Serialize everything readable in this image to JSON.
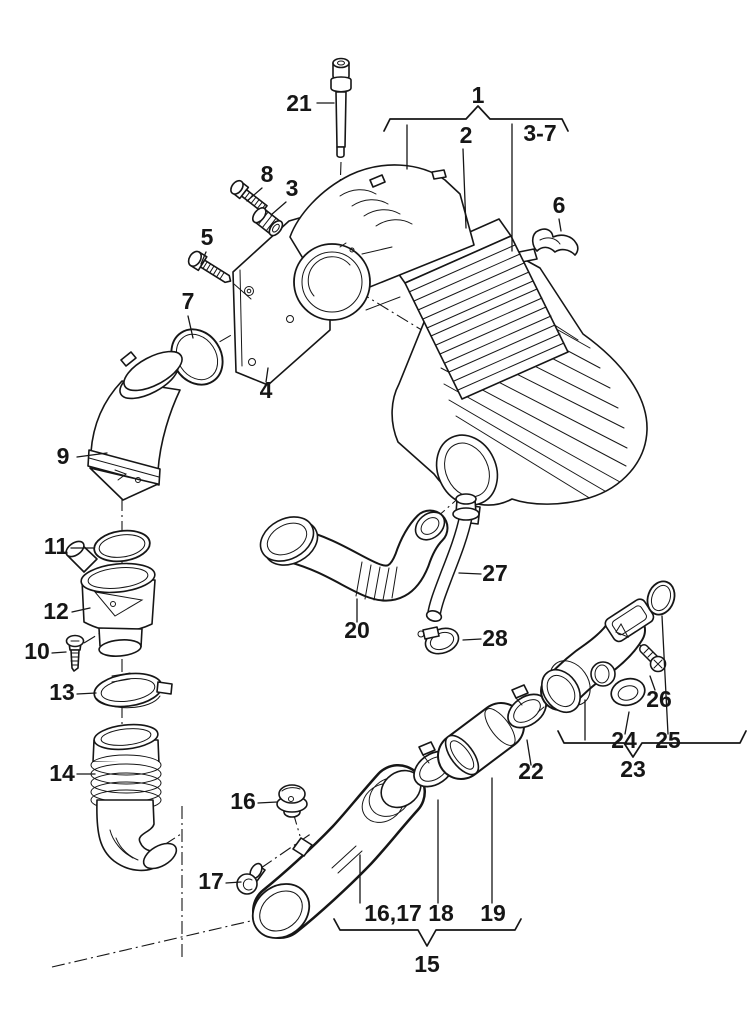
{
  "page": {
    "background": "#ffffff",
    "line_color": "#161616"
  },
  "diagram": {
    "kind": "exploded-parts-diagram",
    "subject": "air cleaner and intake hose assembly",
    "callouts": {
      "c1": "1",
      "c2": "2",
      "c3": "3",
      "c3_7": "3-7",
      "c4": "4",
      "c5": "5",
      "c6": "6",
      "c7": "7",
      "c8": "8",
      "c9": "9",
      "c10": "10",
      "c11": "11",
      "c12": "12",
      "c13": "13",
      "c14": "14",
      "c15": "15",
      "c16": "16",
      "c16_17": "16,17",
      "c17": "17",
      "c18": "18",
      "c19": "19",
      "c20": "20",
      "c21": "21",
      "c22": "22",
      "c23": "23",
      "c24": "24",
      "c25": "25",
      "c26": "26",
      "c27": "27",
      "c28": "28"
    }
  }
}
